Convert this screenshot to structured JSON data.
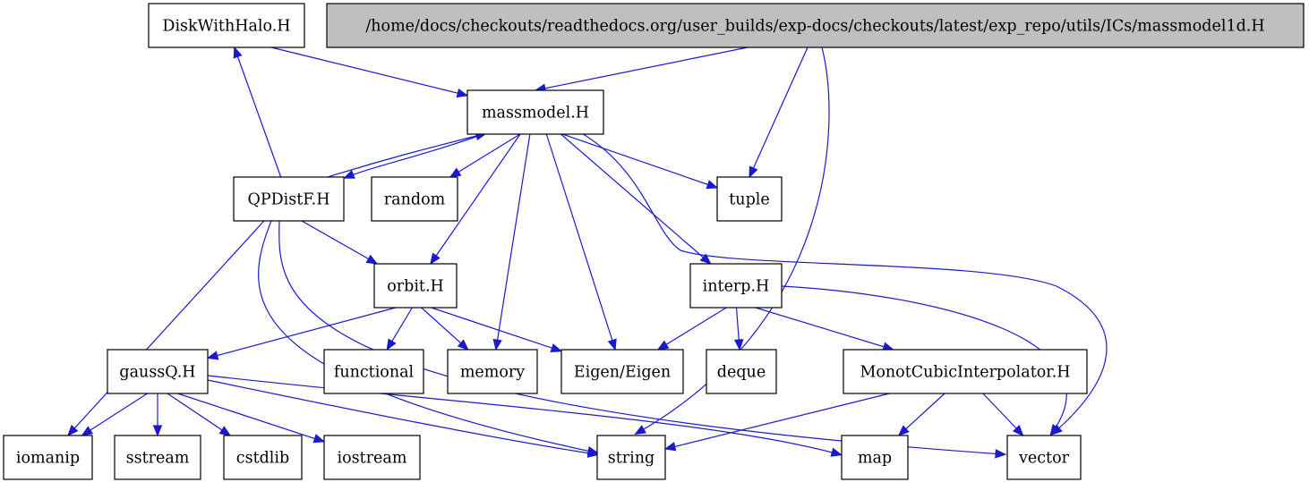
{
  "nodes": [
    {
      "id": "root",
      "label": "/home/docs/checkouts/readthedocs.org/user_builds/exp-docs/checkouts/latest/exp_repo/utils/ICs/massmodel1d.H",
      "root": true
    },
    {
      "id": "diskwithhalo",
      "label": "DiskWithHalo.H"
    },
    {
      "id": "massmodel",
      "label": "massmodel.H"
    },
    {
      "id": "qpdistf",
      "label": "QPDistF.H"
    },
    {
      "id": "random",
      "label": "random"
    },
    {
      "id": "tuple",
      "label": "tuple"
    },
    {
      "id": "orbit",
      "label": "orbit.H"
    },
    {
      "id": "interp",
      "label": "interp.H"
    },
    {
      "id": "gaussq",
      "label": "gaussQ.H"
    },
    {
      "id": "functional",
      "label": "functional"
    },
    {
      "id": "memory",
      "label": "memory"
    },
    {
      "id": "eigen",
      "label": "Eigen/Eigen"
    },
    {
      "id": "deque",
      "label": "deque"
    },
    {
      "id": "monot",
      "label": "MonotCubicInterpolator.H"
    },
    {
      "id": "iomanip",
      "label": "iomanip"
    },
    {
      "id": "sstream",
      "label": "sstream"
    },
    {
      "id": "cstdlib",
      "label": "cstdlib"
    },
    {
      "id": "iostream",
      "label": "iostream"
    },
    {
      "id": "string",
      "label": "string"
    },
    {
      "id": "map",
      "label": "map"
    },
    {
      "id": "vector",
      "label": "vector"
    }
  ],
  "edges": [
    {
      "from": "root",
      "to": "massmodel"
    },
    {
      "from": "root",
      "to": "tuple"
    },
    {
      "from": "root",
      "to": "string"
    },
    {
      "from": "diskwithhalo",
      "to": "massmodel"
    },
    {
      "from": "massmodel",
      "to": "qpdistf"
    },
    {
      "from": "massmodel",
      "to": "random"
    },
    {
      "from": "massmodel",
      "to": "tuple"
    },
    {
      "from": "massmodel",
      "to": "orbit"
    },
    {
      "from": "massmodel",
      "to": "memory"
    },
    {
      "from": "massmodel",
      "to": "eigen"
    },
    {
      "from": "massmodel",
      "to": "interp"
    },
    {
      "from": "massmodel",
      "to": "vector"
    },
    {
      "from": "qpdistf",
      "to": "diskwithhalo"
    },
    {
      "from": "qpdistf",
      "to": "massmodel"
    },
    {
      "from": "qpdistf",
      "to": "orbit"
    },
    {
      "from": "qpdistf",
      "to": "iomanip"
    },
    {
      "from": "qpdistf",
      "to": "string"
    },
    {
      "from": "qpdistf",
      "to": "vector"
    },
    {
      "from": "orbit",
      "to": "gaussq"
    },
    {
      "from": "orbit",
      "to": "functional"
    },
    {
      "from": "orbit",
      "to": "memory"
    },
    {
      "from": "orbit",
      "to": "eigen"
    },
    {
      "from": "interp",
      "to": "eigen"
    },
    {
      "from": "interp",
      "to": "deque"
    },
    {
      "from": "interp",
      "to": "monot"
    },
    {
      "from": "interp",
      "to": "vector"
    },
    {
      "from": "gaussq",
      "to": "iomanip"
    },
    {
      "from": "gaussq",
      "to": "sstream"
    },
    {
      "from": "gaussq",
      "to": "cstdlib"
    },
    {
      "from": "gaussq",
      "to": "iostream"
    },
    {
      "from": "gaussq",
      "to": "string"
    },
    {
      "from": "gaussq",
      "to": "map"
    },
    {
      "from": "monot",
      "to": "string"
    },
    {
      "from": "monot",
      "to": "map"
    },
    {
      "from": "monot",
      "to": "vector"
    }
  ]
}
